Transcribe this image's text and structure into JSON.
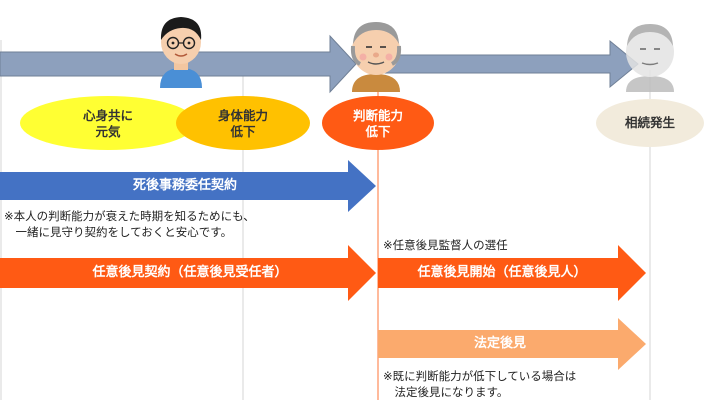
{
  "stages": [
    {
      "label": "心身共に\n元気",
      "color": "#ffff33"
    },
    {
      "label": "身体能力\n低下",
      "color": "#ffc100"
    },
    {
      "label": "判断能力\n低下",
      "color": "#ff5a14"
    },
    {
      "label": "相続発生",
      "color": "#f2ebdc"
    }
  ],
  "contracts": {
    "shigo": {
      "label": "死後事務委任契約",
      "color": "#4472c4"
    },
    "nini_keiyaku": {
      "label": "任意後見契約（任意後見受任者）",
      "color": "#ff5a14"
    },
    "nini_kaishi": {
      "label": "任意後見開始（任意後見人）",
      "color": "#ff5a14"
    },
    "hotei": {
      "label": "法定後見",
      "color": "#fbaa6d"
    }
  },
  "notes": {
    "mimamori": "※本人の判断能力が衰えた時期を知るためにも、\n　一緒に見守り契約をしておくと安心です。",
    "kantokunin": "※任意後見監督人の選任",
    "hotei_note": "※既に判断能力が低下している場合は\n　法定後見になります。"
  },
  "colors": {
    "timeline": "#8da0bd",
    "timeline_border": "#6f7f96",
    "guide_line": "#d4d4d4",
    "active_line": "#ff8c5a"
  },
  "icons": [
    "young-man-icon",
    "elderly-man-icon",
    "deceased-man-icon"
  ]
}
